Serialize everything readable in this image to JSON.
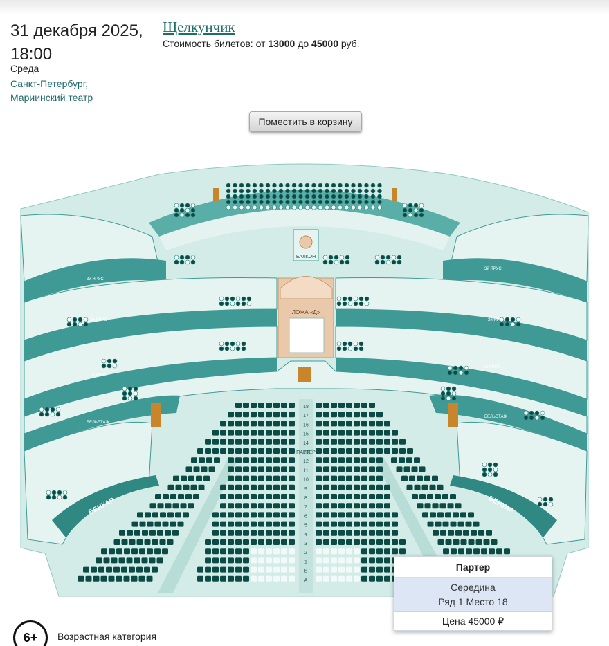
{
  "event": {
    "date": "31 декабря 2025,",
    "time": "18:00",
    "weekday": "Среда",
    "city": "Санкт-Петербург,",
    "venue": "Мариинский театр",
    "title": "Щелкунчик",
    "price_prefix": "Стоимость билетов: от",
    "price_min": "13000",
    "price_mid": "до",
    "price_max": "45000",
    "price_suffix": "руб."
  },
  "cart_button": "Поместить в корзину",
  "hall": {
    "labels": {
      "balcony": "БАЛКОН",
      "box_d": "ЛОЖА «Д»",
      "parterre": "ПАРТЕР",
      "benoir": "БЕНУАР",
      "tier3": "3й ЯРУС",
      "tier2": "2й ЯРУС",
      "tier1": "1й ЯРУС",
      "beletage": "БЕЛЬЭТАЖ"
    },
    "row_numbers": [
      "18",
      "17",
      "16",
      "15",
      "14",
      "13",
      "12",
      "11",
      "10",
      "9",
      "8",
      "7",
      "6",
      "5",
      "4",
      "3",
      "2",
      "1",
      "Б",
      "А"
    ],
    "colors": {
      "bg": "#cfe8e4",
      "wall": "#3f9a96",
      "wall_dark": "#2b7f7b",
      "seat_taken": "#0c4b45",
      "seat_free": "#f1faf8",
      "box_fill": "#e6f4f1"
    }
  },
  "tooltip": {
    "section": "Партер",
    "zone": "Середина",
    "seat": "Ряд 1 Место 18",
    "price": "Цена 45000 ₽"
  },
  "age": {
    "badge": "6+",
    "label": "Возрастная категория"
  }
}
